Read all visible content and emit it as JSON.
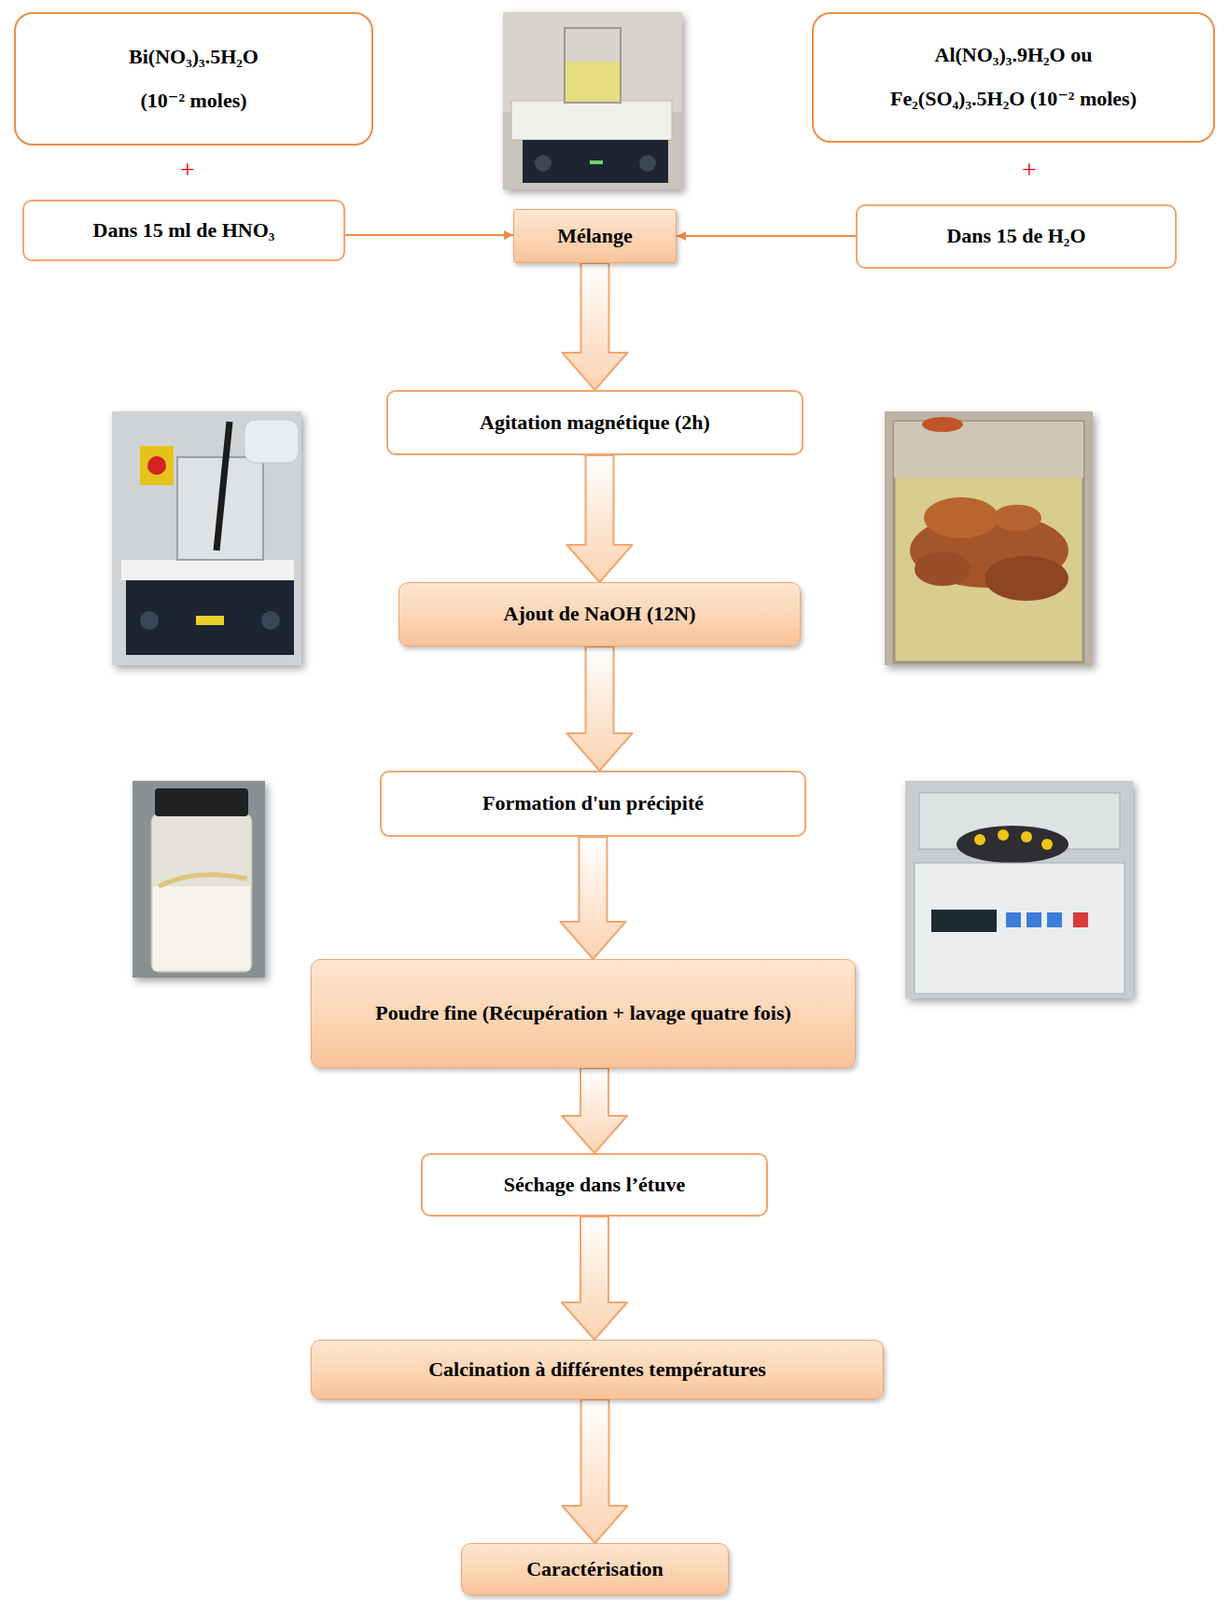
{
  "diagram": {
    "nodes": [
      {
        "text": [
          "Bi(NO₃)₃.5H₂O",
          "(10⁻² moles)"
        ]
      },
      {
        "text": [
          "Al(NO₃)₃.9H₂O ou",
          "Fe₂(SO₄)₃.5H₂O (10⁻² moles)"
        ]
      },
      {
        "text": [
          "Dans 15 ml de HNO₃"
        ]
      },
      {
        "text": [
          "Mélange"
        ]
      },
      {
        "text": [
          "Dans 15 de H₂O"
        ]
      },
      {
        "text": [
          "Agitation magnétique (2h)"
        ]
      },
      {
        "text": [
          "Ajout de NaOH (12N)"
        ]
      },
      {
        "text": [
          "Formation d'un précipité"
        ]
      },
      {
        "text": [
          "Poudre fine (Récupération + lavage quatre fois)"
        ]
      },
      {
        "text": [
          "Séchage dans l’étuve"
        ]
      },
      {
        "text": [
          "Calcination à différentes températures"
        ]
      },
      {
        "text": [
          "Caractérisation"
        ]
      }
    ],
    "edges": [
      {
        "from": 2,
        "to": 3,
        "arrow": "to"
      },
      {
        "from": 4,
        "to": 3,
        "arrow": "to"
      },
      {
        "from": 3,
        "to": 5,
        "arrow": "to"
      },
      {
        "from": 5,
        "to": 6,
        "arrow": "to"
      },
      {
        "from": 6,
        "to": 7,
        "arrow": "to"
      },
      {
        "from": 7,
        "to": 8,
        "arrow": "to"
      },
      {
        "from": 8,
        "to": 9,
        "arrow": "to"
      },
      {
        "from": 9,
        "to": 10,
        "arrow": "to"
      },
      {
        "from": 10,
        "to": 11,
        "arrow": "to"
      }
    ],
    "labels": [
      "+",
      "+"
    ]
  }
}
